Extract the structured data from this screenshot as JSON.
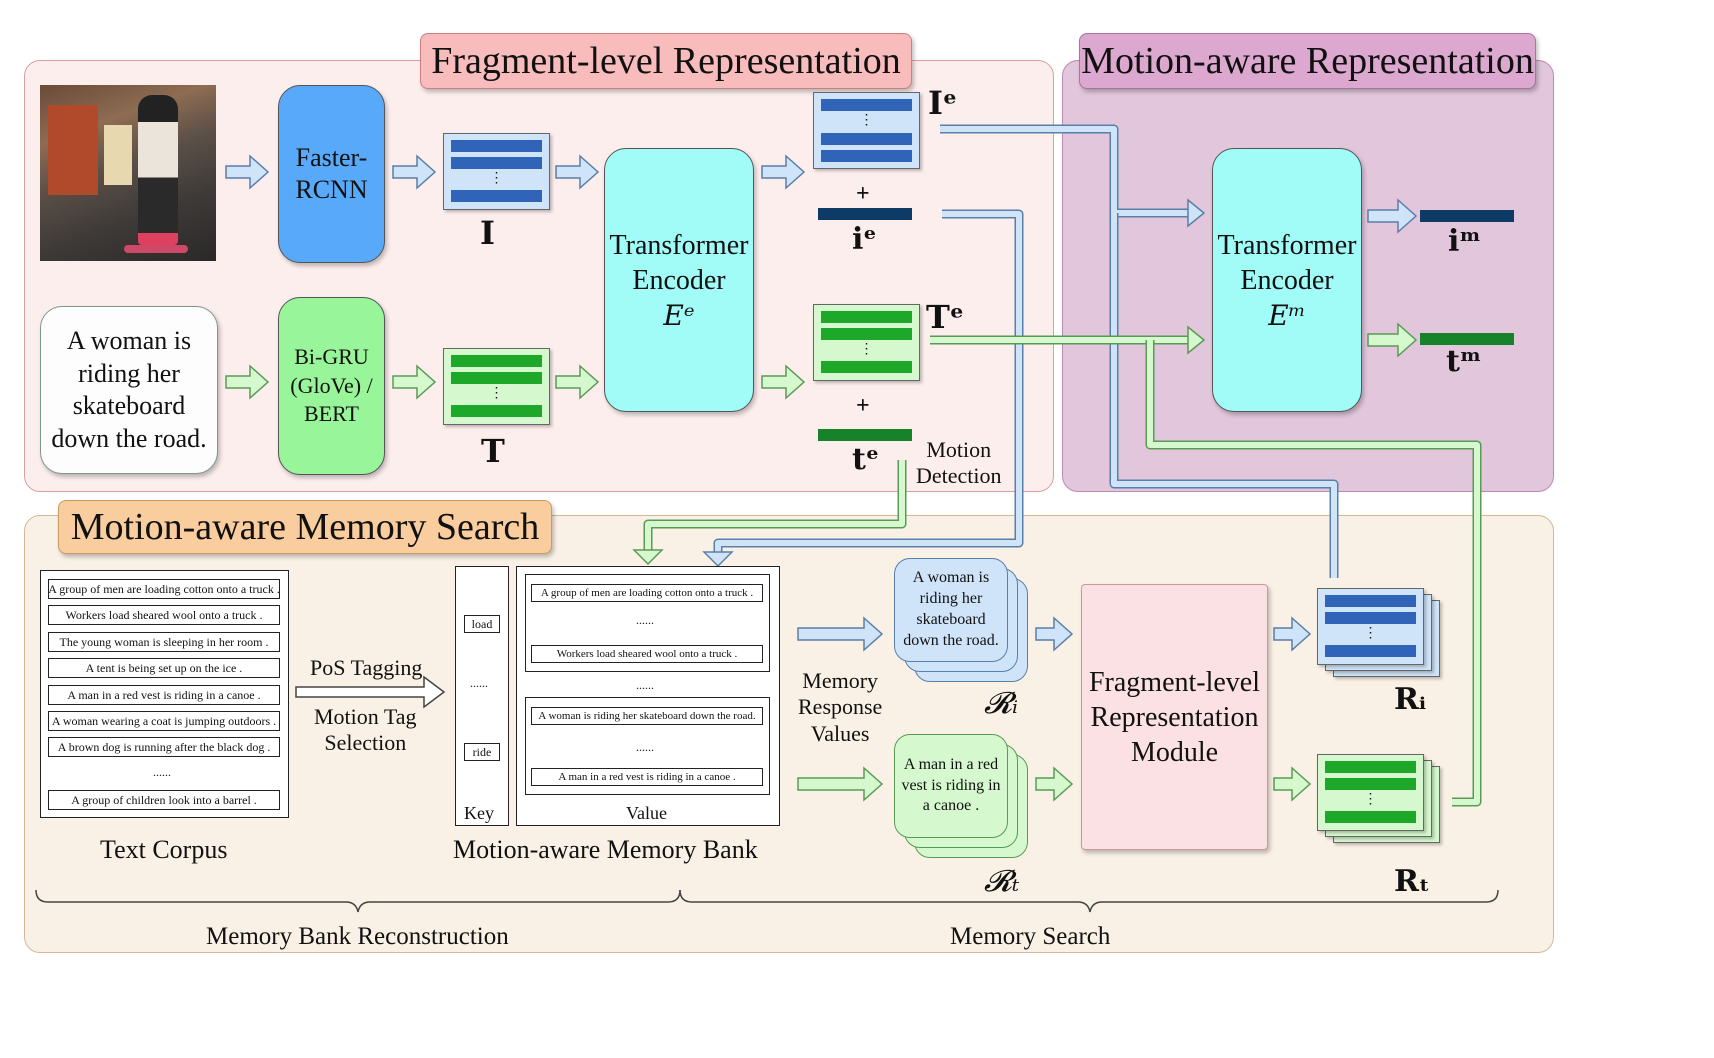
{
  "sections": {
    "fragment_title": "Fragment-level Representation",
    "motion_rep_title": "Motion-aware Representation",
    "memory_search_title": "Motion-aware Memory Search"
  },
  "modules": {
    "faster_rcnn": "Faster-\nRCNN",
    "text_encoder": "Bi-GRU\n(GloVe) /\nBERT",
    "transformer_e_line1": "Transformer",
    "transformer_e_line2": "Encoder",
    "transformer_e_sym": "Eᵉ",
    "transformer_m_line1": "Transformer",
    "transformer_m_line2": "Encoder",
    "transformer_m_sym": "Eᵐ",
    "frag_module": "Fragment-level\nRepresentation\nModule"
  },
  "input_caption": "A woman is\nriding her\nskateboard\ndown the road.",
  "symbols": {
    "I": "I",
    "T": "T",
    "Ie": "Iᵉ",
    "ie": "iᵉ",
    "Te": "Tᵉ",
    "te": "tᵉ",
    "im": "iᵐ",
    "tm": "tᵐ",
    "Ri_script": "𝓡ᵢ",
    "Rt_script": "𝓡ₜ",
    "Ri": "Rᵢ",
    "Rt": "Rₜ",
    "plus": "+"
  },
  "motion_detection": "Motion\nDetection",
  "corpus": {
    "sentences": [
      "A group of men are loading cotton onto a truck .",
      "Workers load sheared wool onto a truck .",
      "The young woman is sleeping in her room .",
      "A tent is being set up on the ice .",
      "A man in a red vest is riding in a canoe .",
      "A woman wearing a coat is jumping outdoors .",
      "A brown dog is running after the black dog .",
      "......",
      "A group of children look into a barrel ."
    ],
    "label": "Text Corpus"
  },
  "pos_tagging": "PoS Tagging",
  "motion_tag_selection": "Motion Tag\nSelection",
  "memory_bank": {
    "keys": [
      "load",
      "......",
      "ride"
    ],
    "key_label": "Key",
    "value_label": "Value",
    "group1": [
      "A group of men are loading cotton onto a truck .",
      "......",
      "Workers load sheared wool onto a truck ."
    ],
    "between": "......",
    "group2": [
      "A woman is riding her skateboard down the road.",
      "......",
      "A man in a red vest is riding in a canoe ."
    ],
    "label": "Motion-aware Memory Bank"
  },
  "memory_response": "Memory\nResponse\nValues",
  "response_cards": {
    "image": "A woman is\nriding her\nskateboard\ndown the road.",
    "text": "A man in a red\nvest is riding in\na canoe ."
  },
  "brace_labels": {
    "left": "Memory Bank Reconstruction",
    "right": "Memory Search"
  },
  "colors": {
    "fragment_bg": "#fdeeee",
    "motion_bg": "#e2c6dc",
    "memory_bg": "#faf1e6",
    "fragment_tab": "#f9bcbc",
    "motion_tab": "#dca8d0",
    "memory_tab": "#f9cd9e",
    "blue_module": "#58a9f9",
    "green_module": "#99f599",
    "cyan_module": "#a1fbf6",
    "blue_bar": "#2f64b8",
    "green_bar": "#1ea82a",
    "navy_bar": "#0e3a66",
    "dark_green_bar": "#16822a",
    "blue_arrow": "#cfe4f9",
    "green_arrow": "#d6f8cf"
  }
}
